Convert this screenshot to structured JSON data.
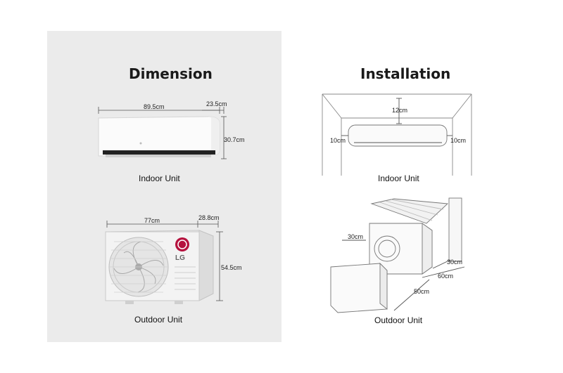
{
  "dimension": {
    "title": "Dimension",
    "indoor": {
      "caption": "Indoor Unit",
      "width": "89.5cm",
      "depth": "23.5cm",
      "height": "30.7cm"
    },
    "outdoor": {
      "caption": "Outdoor Unit",
      "width": "77cm",
      "depth": "28.8cm",
      "height": "54.5cm",
      "brand": "LG"
    }
  },
  "installation": {
    "title": "Installation",
    "indoor": {
      "caption": "Indoor Unit",
      "top_clearance": "12cm",
      "left_clearance": "10cm",
      "right_clearance": "10cm"
    },
    "outdoor": {
      "caption": "Outdoor Unit",
      "rear_clearance": "30cm",
      "side_clearance": "30cm",
      "front_clearance": "60cm",
      "left_clearance": "50cm"
    }
  }
}
